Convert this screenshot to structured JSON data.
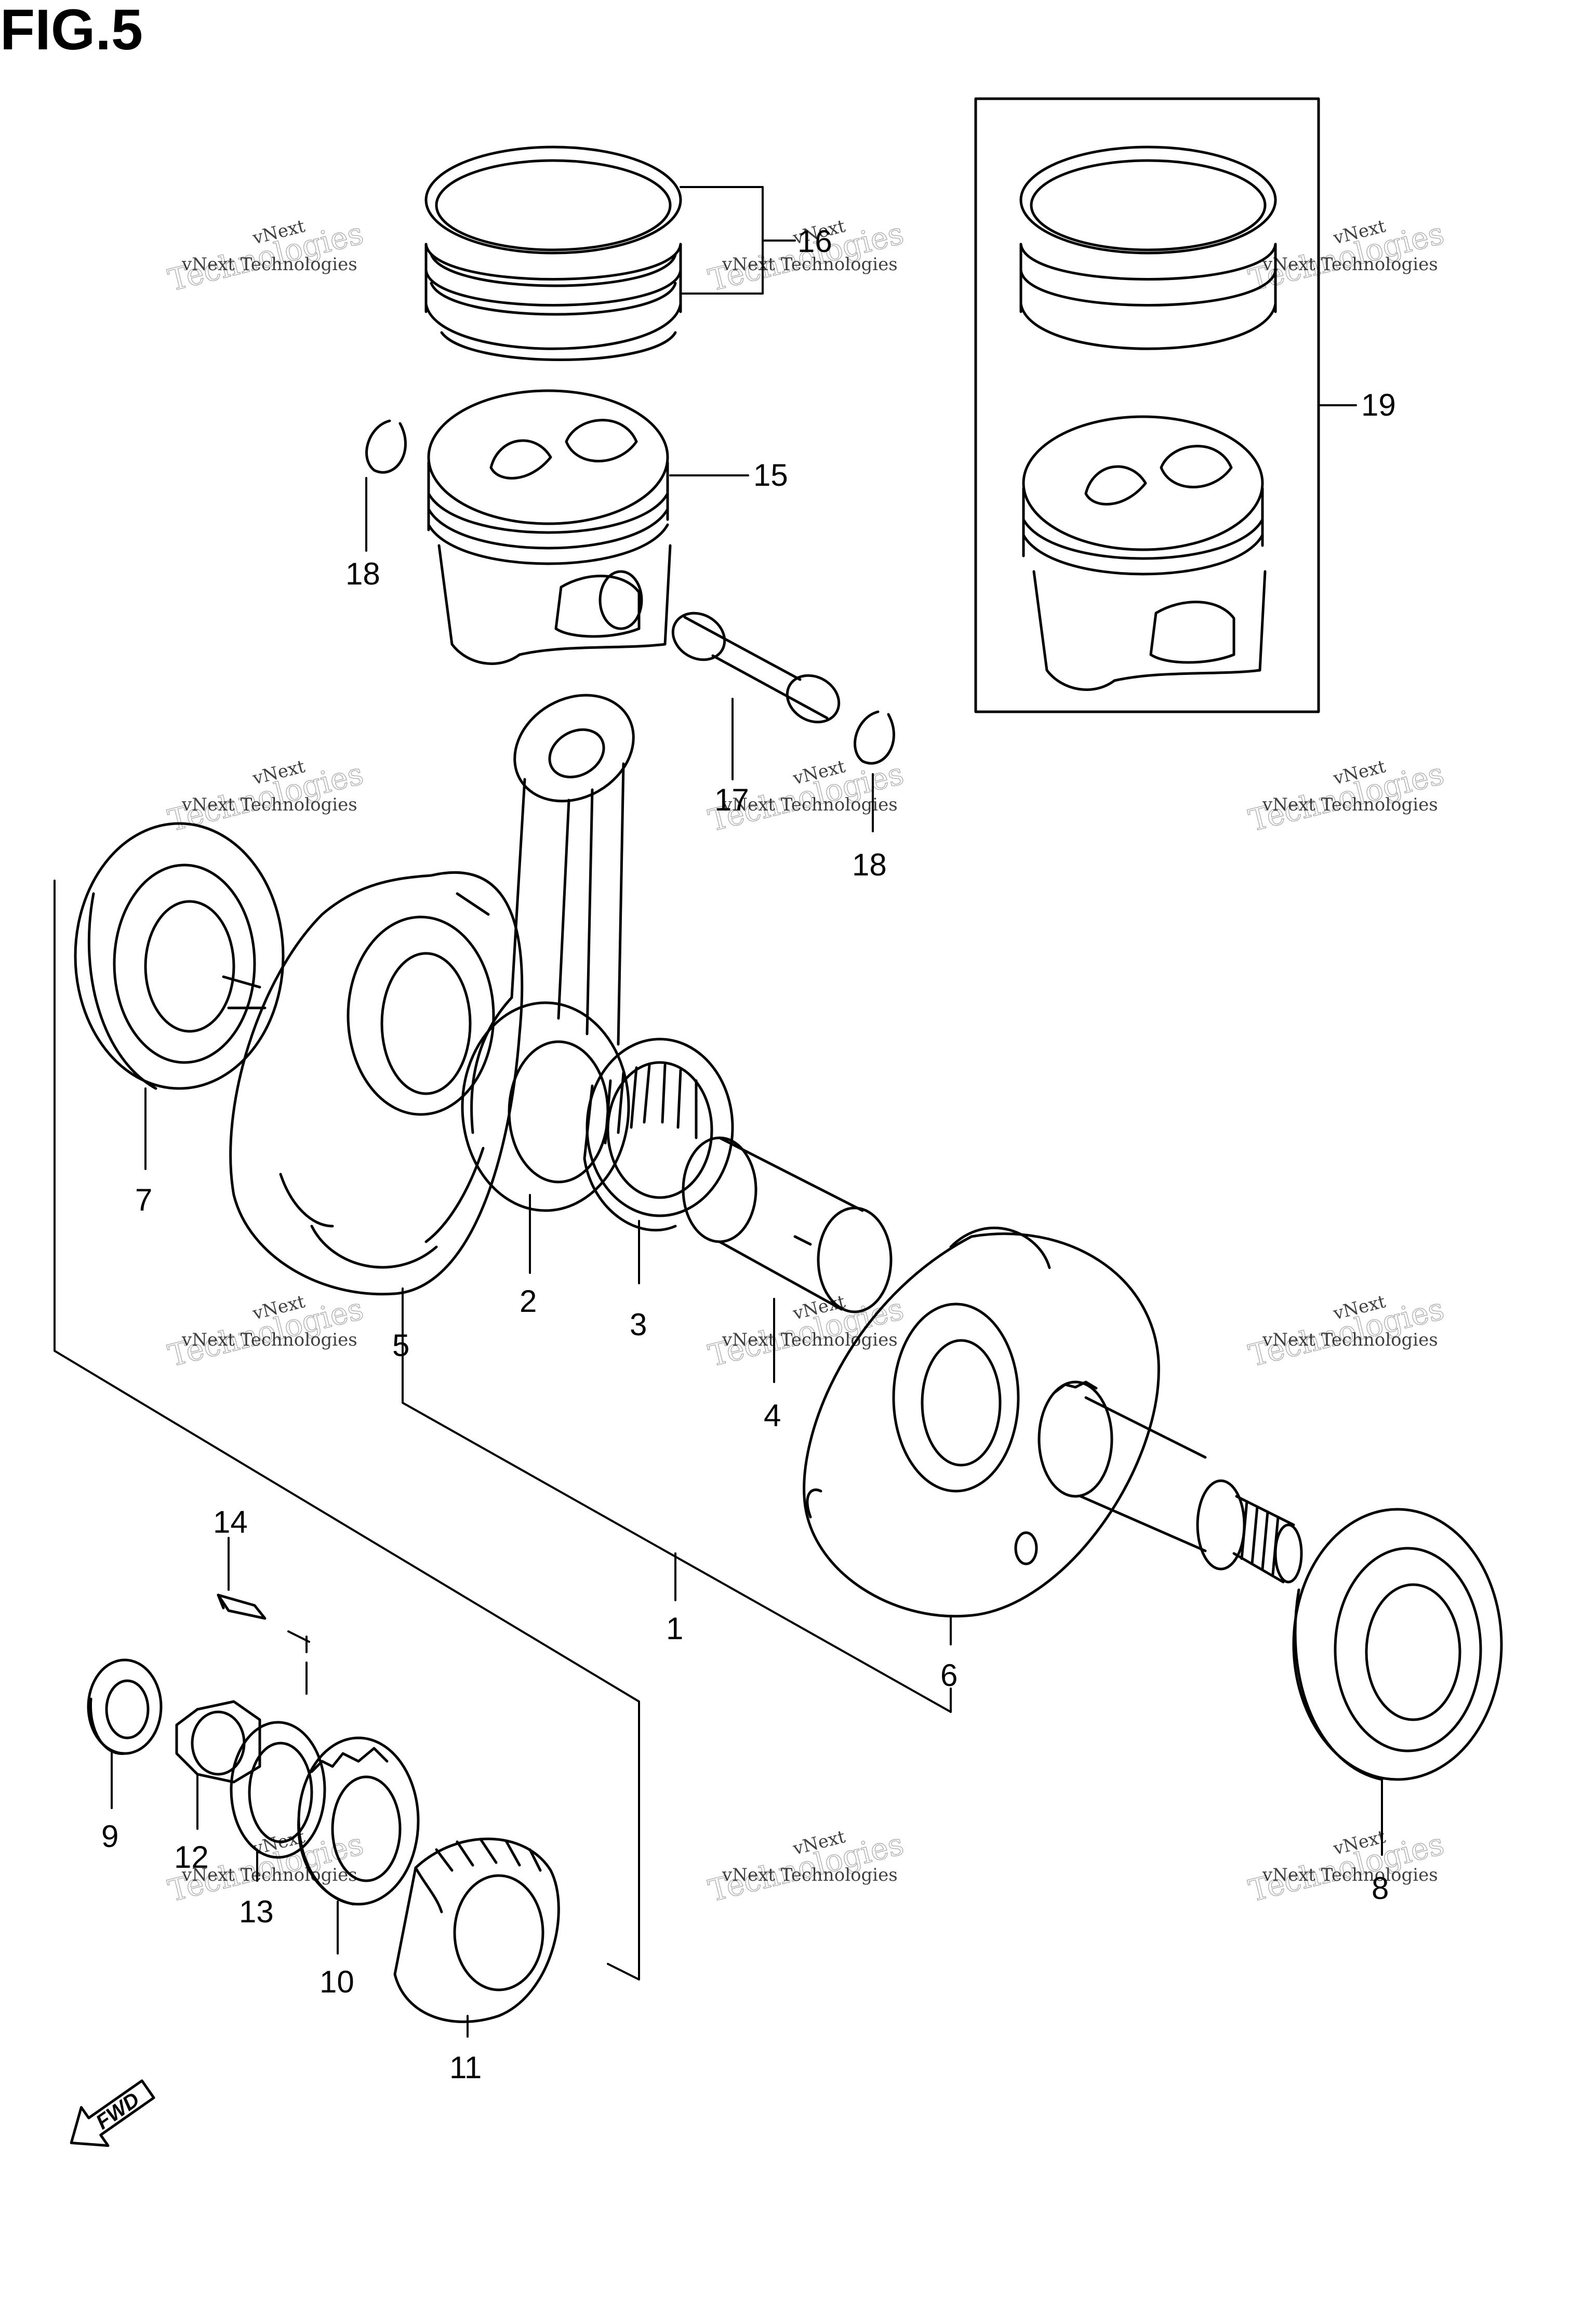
{
  "title": "FIG.5",
  "fwd_label": "FWD",
  "watermark": {
    "line1": "vNext",
    "line2": "Technologies",
    "line3": "vNext Technologies"
  },
  "callouts": [
    {
      "id": "1",
      "label": "1"
    },
    {
      "id": "2",
      "label": "2"
    },
    {
      "id": "3",
      "label": "3"
    },
    {
      "id": "4",
      "label": "4"
    },
    {
      "id": "5",
      "label": "5"
    },
    {
      "id": "6",
      "label": "6"
    },
    {
      "id": "7",
      "label": "7"
    },
    {
      "id": "8",
      "label": "8"
    },
    {
      "id": "9",
      "label": "9"
    },
    {
      "id": "10",
      "label": "10"
    },
    {
      "id": "11",
      "label": "11"
    },
    {
      "id": "12",
      "label": "12"
    },
    {
      "id": "13",
      "label": "13"
    },
    {
      "id": "14",
      "label": "14"
    },
    {
      "id": "15",
      "label": "15"
    },
    {
      "id": "16",
      "label": "16"
    },
    {
      "id": "17",
      "label": "17"
    },
    {
      "id": "18a",
      "label": "18"
    },
    {
      "id": "18b",
      "label": "18"
    },
    {
      "id": "19",
      "label": "19"
    }
  ]
}
